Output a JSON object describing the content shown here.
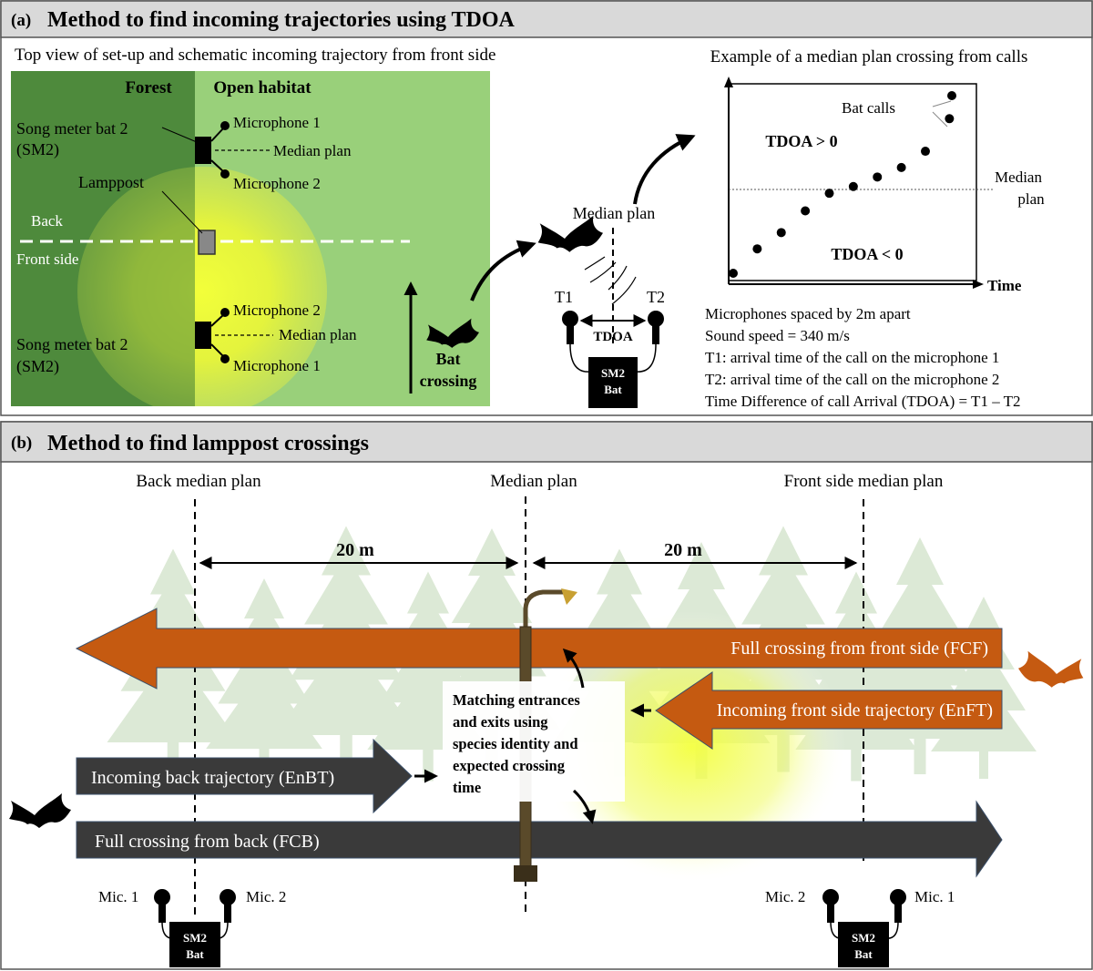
{
  "panel_a": {
    "label": "(a)",
    "title": "Method to find incoming trajectories using TDOA",
    "subtitle": "Top view of set-up and schematic incoming trajectory from front side",
    "forest": "Forest",
    "open_habitat": "Open habitat",
    "sm2_line1": "Song meter bat 2",
    "sm2_line2": "(SM2)",
    "microphone_1": "Microphone 1",
    "microphone_2": "Microphone 2",
    "median_plan": "Median plan",
    "lamppost": "Lamppost",
    "back": "Back",
    "front_side": "Front side",
    "bat_crossing_line1": "Bat",
    "bat_crossing_line2": "crossing",
    "t1": "T1",
    "t2": "T2",
    "tdoa": "TDOA",
    "sm2_box_line1": "SM2",
    "sm2_box_line2": "Bat",
    "example_title": "Example of a median plan crossing from calls",
    "bat_calls": "Bat calls",
    "tdoa_pos": "TDOA > 0",
    "tdoa_neg": "TDOA < 0",
    "median_line1": "Median",
    "median_line2": "plan",
    "time_label": "Time",
    "notes": [
      "Microphones spaced by 2m apart",
      "Sound speed = 340 m/s",
      "T1: arrival time of the call on the microphone 1",
      "T2: arrival time of the call on the microphone 2",
      "Time Difference of call Arrival (TDOA) = T1 – T2"
    ],
    "plot_points": [
      {
        "t": 1,
        "v": 1.0
      },
      {
        "t": 2,
        "v": 2.8
      },
      {
        "t": 3,
        "v": 4.0
      },
      {
        "t": 4,
        "v": 5.6
      },
      {
        "t": 5,
        "v": 6.9
      },
      {
        "t": 6,
        "v": 7.4
      },
      {
        "t": 7,
        "v": 8.1
      },
      {
        "t": 8,
        "v": 8.8
      },
      {
        "t": 9,
        "v": 10.0
      },
      {
        "t": 10,
        "v": 12.4
      },
      {
        "t": 10.1,
        "v": 14.1
      }
    ]
  },
  "panel_b": {
    "label": "(b)",
    "title": "Method to find lamppost crossings",
    "back_median_plan": "Back median plan",
    "median_plan": "Median plan",
    "front_median_plan": "Front side median plan",
    "dist_left": "20 m",
    "dist_right": "20 m",
    "fcf": "Full crossing from front side (FCF)",
    "enft": "Incoming front side trajectory (EnFT)",
    "enbt": "Incoming back trajectory (EnBT)",
    "fcb": "Full crossing from back (FCB)",
    "matching": [
      "Matching entrances",
      "and exits using",
      "species identity and",
      "expected crossing",
      "time"
    ],
    "mic1_left": "Mic. 1",
    "mic2_left": "Mic. 2",
    "mic2_right": "Mic. 2",
    "mic1_right": "Mic. 1",
    "sm2_line1": "SM2",
    "sm2_line2": "Bat"
  },
  "colors": {
    "panel_header": "#d9d9d9",
    "forest": "#4f8a3c",
    "open": "#99d07a",
    "orange": "#c55a11",
    "dark": "#3a3a3a",
    "light_tree": "#dbe8d4"
  }
}
